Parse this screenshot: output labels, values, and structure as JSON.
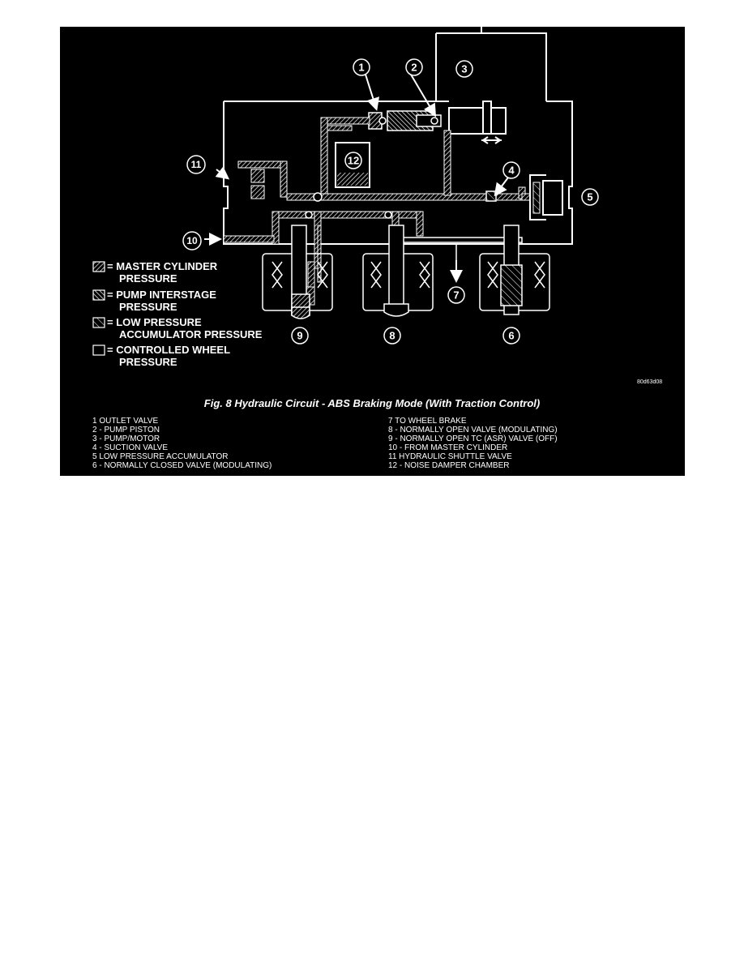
{
  "legend": [
    {
      "pattern": "hatch-master",
      "line1": "= MASTER CYLINDER",
      "line2": "PRESSURE"
    },
    {
      "pattern": "hatch-interstage",
      "line1": "= PUMP INTERSTAGE",
      "line2": "PRESSURE"
    },
    {
      "pattern": "hatch-low",
      "line1": "= LOW PRESSURE",
      "line2": "ACCUMULATOR PRESSURE"
    },
    {
      "pattern": "empty",
      "line1": "= CONTROLLED WHEEL",
      "line2": "PRESSURE"
    }
  ],
  "callouts": [
    "1",
    "2",
    "3",
    "4",
    "5",
    "6",
    "7",
    "8",
    "9",
    "10",
    "11",
    "12"
  ],
  "figure_code": "80d63d08",
  "caption": "Fig. 8 Hydraulic Circuit - ABS Braking Mode (With Traction Control)",
  "parts_left": [
    "1   OUTLET VALVE",
    "2 - PUMP PISTON",
    "3 - PUMP/MOTOR",
    "4 - SUCTION VALVE",
    "5   LOW PRESSURE ACCUMULATOR",
    "6 - NORMALLY CLOSED VALVE (MODULATING)"
  ],
  "parts_right": [
    "7   TO WHEEL BRAKE",
    "8 - NORMALLY OPEN VALVE (MODULATING)",
    "9 - NORMALLY OPEN TC (ASR) VALVE (OFF)",
    "10 - FROM MASTER CYLINDER",
    "11   HYDRAULIC SHUTTLE VALVE",
    "12 - NOISE DAMPER CHAMBER"
  ],
  "colors": {
    "background": "#000000",
    "ink": "#ffffff",
    "page": "#ffffff"
  }
}
